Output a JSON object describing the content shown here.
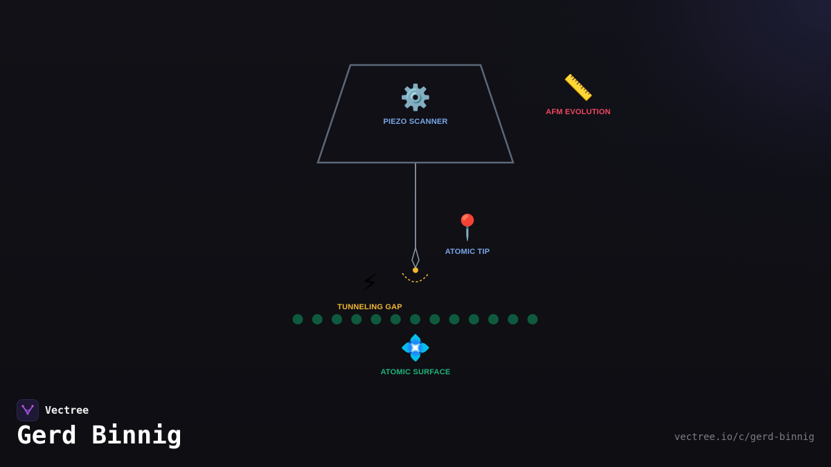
{
  "diagram": {
    "nodes": {
      "scanner": {
        "label": "PIEZO SCANNER",
        "icon": "gear-icon",
        "glyph": "⚙️",
        "color": "#79a6e8"
      },
      "afm": {
        "label": "AFM EVOLUTION",
        "icon": "ruler-icon",
        "glyph": "📏",
        "color": "#f0475e"
      },
      "tip": {
        "label": "ATOMIC TIP",
        "icon": "pin-icon",
        "glyph": "📍",
        "color": "#79a6e8"
      },
      "gap": {
        "label": "TUNNELING GAP",
        "icon": "lightning-icon",
        "glyph": "⚡",
        "color": "#f2b632"
      },
      "surface": {
        "label": "ATOMIC SURFACE",
        "icon": "diamond-icon",
        "glyph": "💠",
        "color": "#1fb27a"
      }
    },
    "atom_count": 13,
    "colors": {
      "frame": "#5d6878",
      "probe": "#8a96a6",
      "spark": "#f2b632",
      "atom": "#0f5a3f"
    }
  },
  "brand": {
    "name": "Vectree",
    "logo_icon": "vectree-logo-icon"
  },
  "title": "Gerd Binnig",
  "url": "vectree.io/c/gerd-binnig"
}
